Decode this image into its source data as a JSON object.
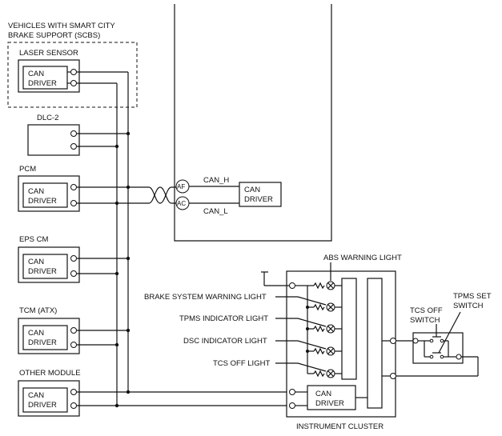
{
  "scbs": {
    "label_line1": "VEHICLES WITH SMART CITY",
    "label_line2": "BRAKE SUPPORT (SCBS)"
  },
  "modules": {
    "laser_sensor": "LASER SENSOR",
    "dlc2": "DLC-2",
    "pcm": "PCM",
    "eps_cm": "EPS CM",
    "tcm": "TCM (ATX)",
    "other_module": "OTHER MODULE"
  },
  "driver": {
    "line1": "CAN",
    "line2": "DRIVER"
  },
  "bus": {
    "af": "AF",
    "ac": "AC",
    "can_h": "CAN_H",
    "can_l": "CAN_L"
  },
  "cluster": {
    "title": "INSTRUMENT CLUSTER",
    "abs_warning": "ABS WARNING LIGHT",
    "brake_warning": "BRAKE SYSTEM WARNING LIGHT",
    "tpms_indicator": "TPMS INDICATOR LIGHT",
    "dsc_indicator": "DSC INDICATOR LIGHT",
    "tcs_off_light": "TCS OFF LIGHT"
  },
  "switches": {
    "tcs_off_line1": "TCS OFF",
    "tcs_off_line2": "SWITCH",
    "tpms_set_line1": "TPMS SET",
    "tpms_set_line2": "SWITCH"
  }
}
